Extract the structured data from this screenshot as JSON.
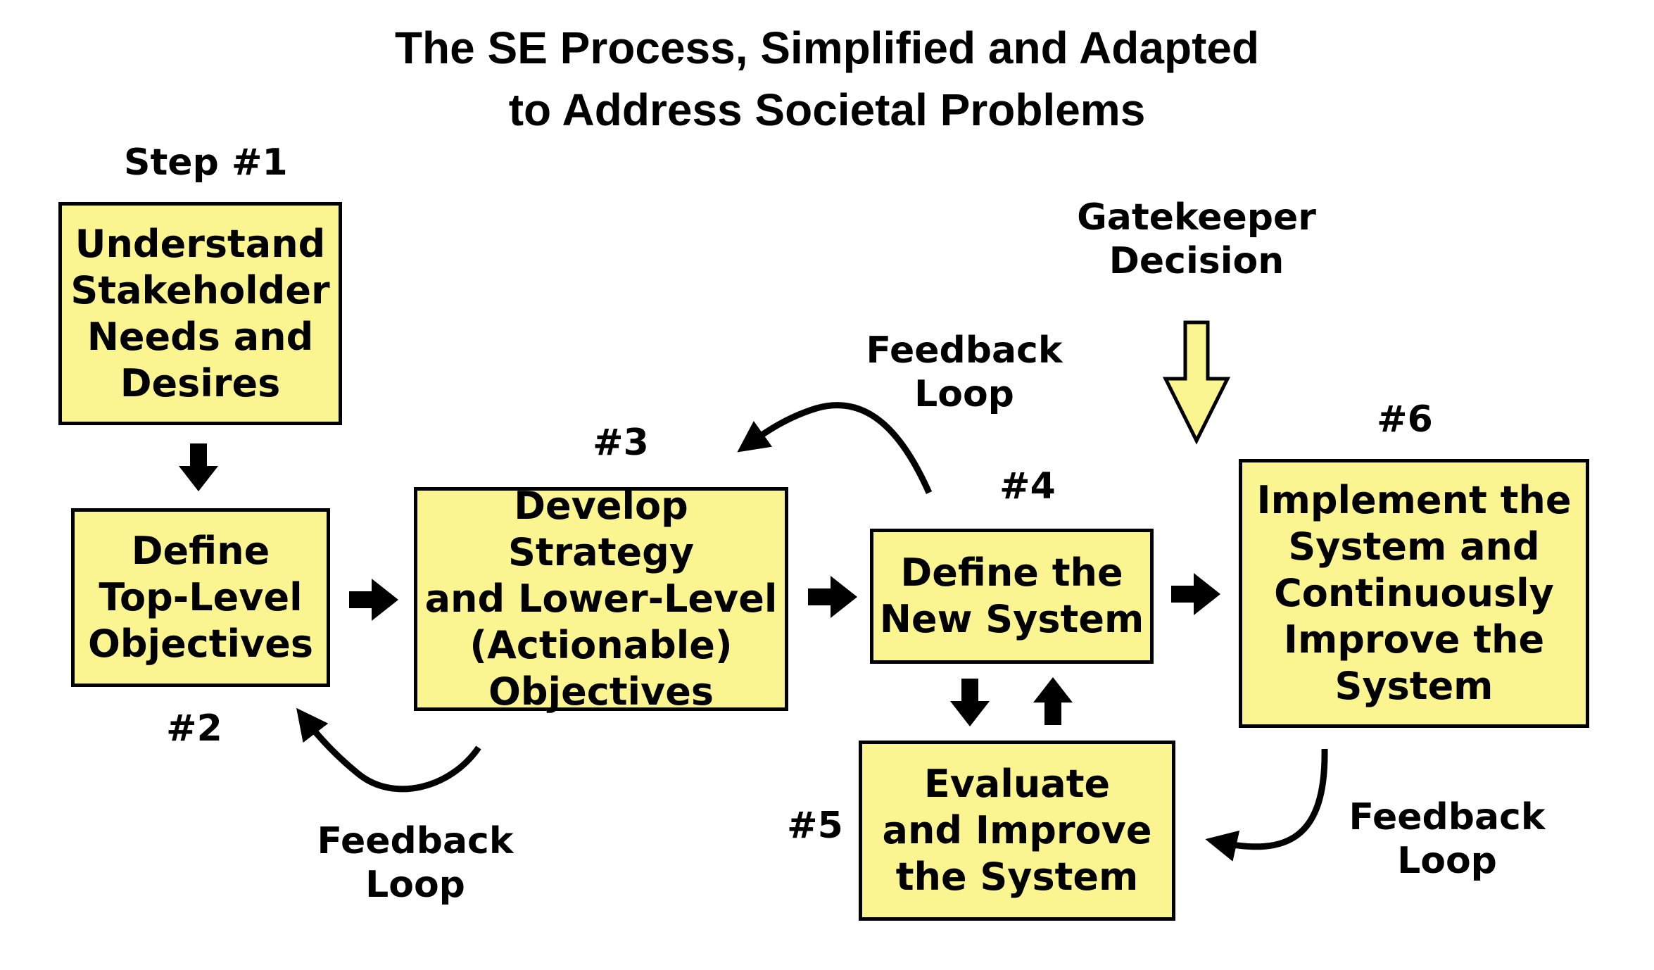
{
  "title": {
    "line1": "The SE Process, Simplified and Adapted",
    "line2": "to Address Societal Problems"
  },
  "steps": {
    "step1": {
      "number": "Step #1",
      "label": "Understand\nStakeholder\nNeeds and\nDesires"
    },
    "step2": {
      "number": "#2",
      "label": "Define\nTop-Level\nObjectives"
    },
    "step3": {
      "number": "#3",
      "label": "Develop Strategy\nand Lower-Level\n(Actionable)\nObjectives"
    },
    "step4": {
      "number": "#4",
      "label": "Define the\nNew System"
    },
    "step5": {
      "number": "#5",
      "label": "Evaluate\nand Improve\nthe System"
    },
    "step6": {
      "number": "#6",
      "label": "Implement the\nSystem and\nContinuously\nImprove the\nSystem"
    }
  },
  "annotations": {
    "gatekeeper": "Gatekeeper\nDecision",
    "feedback_top": "Feedback\nLoop",
    "feedback_bottom_left": "Feedback\nLoop",
    "feedback_bottom_right": "Feedback\nLoop"
  },
  "colors": {
    "box_fill": "#fbf591",
    "box_border": "#000000",
    "gatekeeper_arrow_fill": "#fbf591",
    "text": "#000000"
  }
}
